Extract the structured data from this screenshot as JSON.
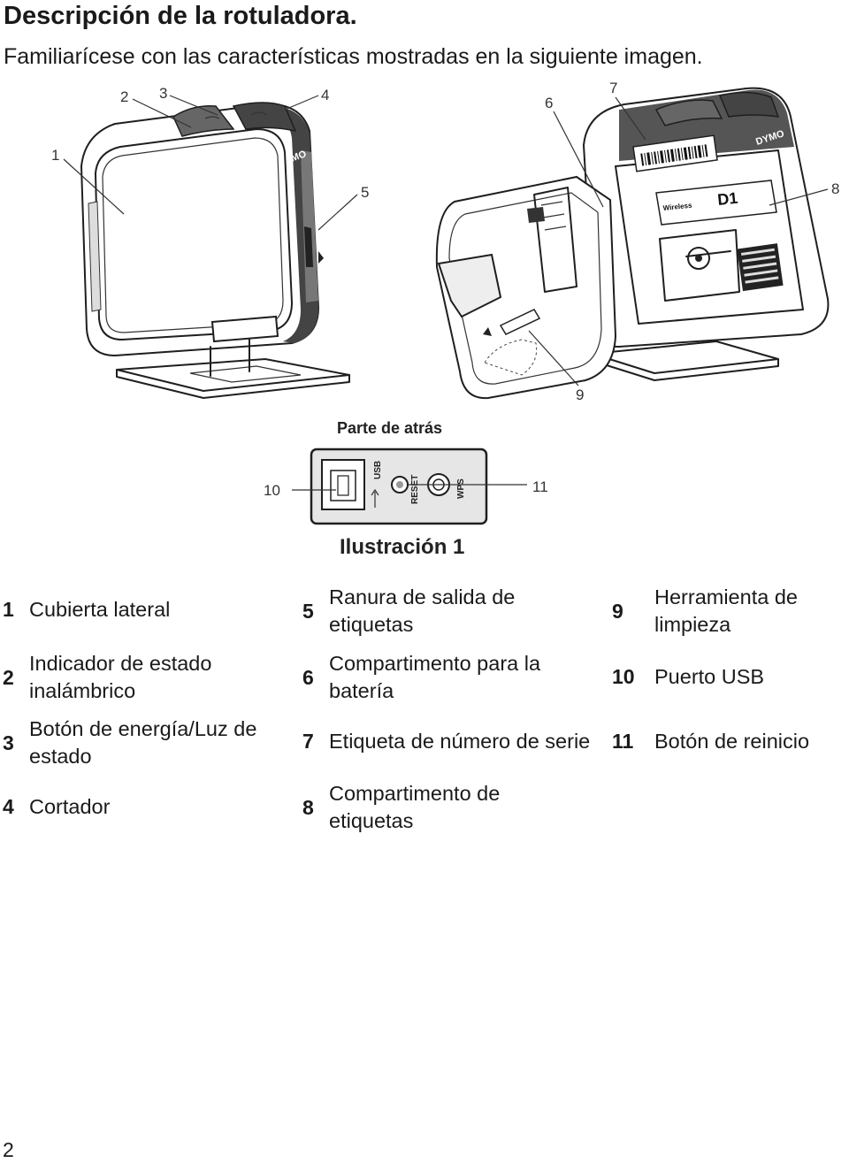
{
  "header": {
    "title": "Descripción de la rotuladora.",
    "subtitle": "Familiarícese con las características mostradas en la siguiente imagen."
  },
  "figure": {
    "callouts": [
      "1",
      "2",
      "3",
      "4",
      "5",
      "6",
      "7",
      "8",
      "9",
      "10",
      "11"
    ],
    "back_label": "Parte de atrás",
    "caption": "Ilustración 1",
    "brand_text": "DYMO",
    "cartridge_text": "D1",
    "cartridge_sub": "Wireless",
    "port_labels": {
      "usb": "USB",
      "reset": "RESET",
      "wps": "WPS"
    }
  },
  "legend": {
    "items": [
      {
        "num": "1",
        "text": "Cubierta lateral"
      },
      {
        "num": "2",
        "text": "Indicador de estado inalámbrico"
      },
      {
        "num": "3",
        "text": "Botón de energía/Luz de estado"
      },
      {
        "num": "4",
        "text": "Cortador"
      },
      {
        "num": "5",
        "text": "Ranura de salida de etiquetas"
      },
      {
        "num": "6",
        "text": "Compartimento para la batería"
      },
      {
        "num": "7",
        "text": "Etiqueta de número de serie"
      },
      {
        "num": "8",
        "text": "Compartimento de etiquetas"
      },
      {
        "num": "9",
        "text": "Herramienta de limpieza"
      },
      {
        "num": "10",
        "text": "Puerto USB"
      },
      {
        "num": "11",
        "text": "Botón de reinicio"
      }
    ]
  },
  "page": {
    "number": "2"
  }
}
